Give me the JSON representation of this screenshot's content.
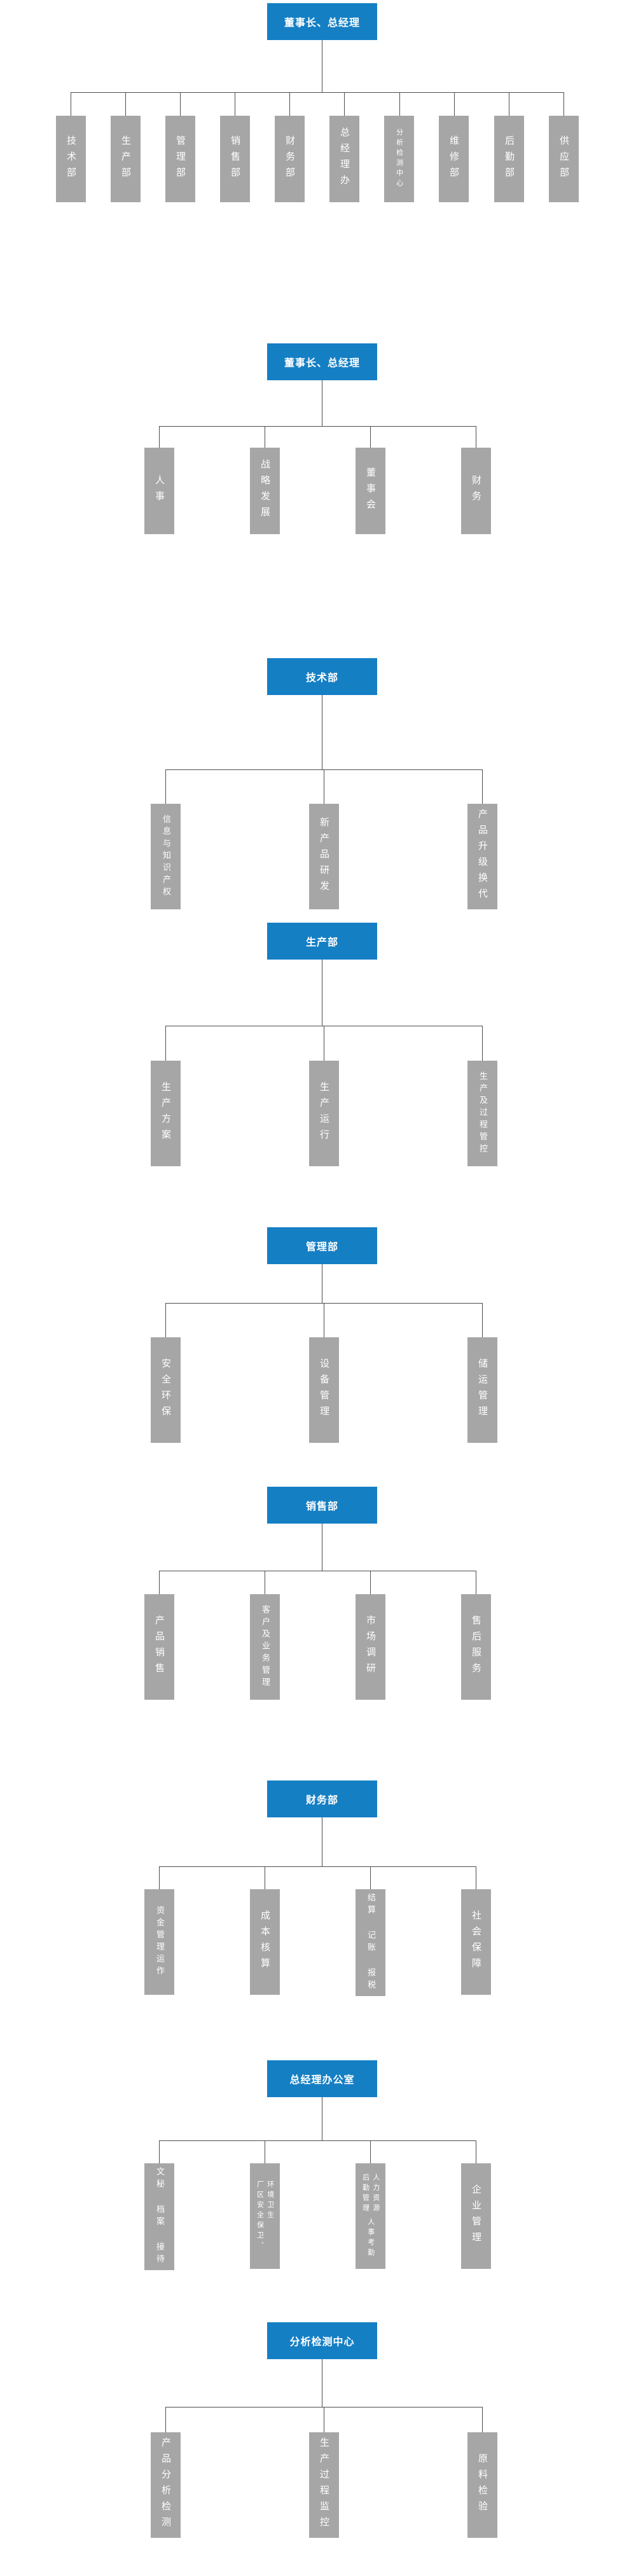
{
  "colors": {
    "header_bg": "#157fc4",
    "child_bg": "#a6a6a6",
    "connector": "#4d4d4d",
    "text": "#ffffff"
  },
  "charts": [
    {
      "title": "董事长、总经理",
      "children": [
        {
          "label": "技术部"
        },
        {
          "label": "生产部"
        },
        {
          "label": "管理部"
        },
        {
          "label": "销售部"
        },
        {
          "label": "财务部"
        },
        {
          "label": "总经理办"
        },
        {
          "label": "分析检测中心"
        },
        {
          "label": "维修部"
        },
        {
          "label": "后勤部"
        },
        {
          "label": "供应部"
        }
      ]
    },
    {
      "title": "董事长、总经理",
      "children": [
        {
          "label": "人事"
        },
        {
          "label": "战略发展"
        },
        {
          "label": "董事会"
        },
        {
          "label": "财务"
        }
      ]
    },
    {
      "title": "技术部",
      "children": [
        {
          "label": "信息与知识产权"
        },
        {
          "label": "新产品研发"
        },
        {
          "label": "产品升级换代"
        }
      ]
    },
    {
      "title": "生产部",
      "children": [
        {
          "label": "生产方案"
        },
        {
          "label": "生产运行"
        },
        {
          "label": "生产及过程管控"
        }
      ]
    },
    {
      "title": "管理部",
      "children": [
        {
          "label": "安全环保"
        },
        {
          "label": "设备管理"
        },
        {
          "label": "储运管理"
        }
      ]
    },
    {
      "title": "销售部",
      "children": [
        {
          "label": "产品销售"
        },
        {
          "label": "客户及业务管理"
        },
        {
          "label": "市场调研"
        },
        {
          "label": "售后服务"
        }
      ]
    },
    {
      "title": "财务部",
      "children": [
        {
          "label": "资金管理运作"
        },
        {
          "label": "成本核算"
        },
        {
          "label": "结算 记账 报税"
        },
        {
          "label": "社会保障"
        }
      ]
    },
    {
      "title": "总经理办公室",
      "children": [
        {
          "label": "文秘 档案 接待"
        },
        {
          "label": "环境卫生 厂区安全保卫、",
          "columns": [
            "环境卫生",
            "厂区安全保卫、"
          ]
        },
        {
          "label": "人力资源 后勤管理 人事考勤",
          "columns": [
            "人力资源",
            "后勤管理"
          ],
          "bottom": "人事考勤"
        },
        {
          "label": "企业管理"
        }
      ]
    },
    {
      "title": "分析检测中心",
      "children": [
        {
          "label": "产品分析检测"
        },
        {
          "label": "生产过程监控"
        },
        {
          "label": "原料检验"
        }
      ]
    }
  ]
}
